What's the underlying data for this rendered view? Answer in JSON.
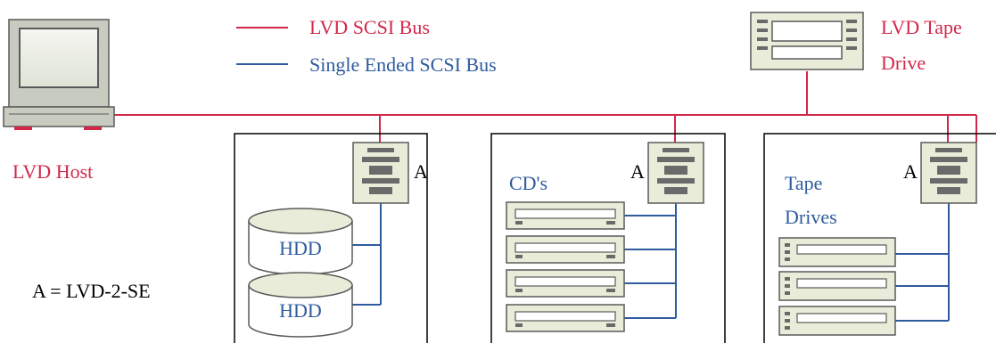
{
  "legend": {
    "lvd_label": "LVD SCSI Bus",
    "se_label": "Single Ended SCSI Bus"
  },
  "host": {
    "label": "LVD Host"
  },
  "tape_drive": {
    "label_line1": "LVD Tape",
    "label_line2": "Drive"
  },
  "converter": {
    "marker": "A"
  },
  "key": {
    "text": "A = LVD-2-SE"
  },
  "enclosures": {
    "hdd": {
      "disks": [
        "HDD",
        "HDD"
      ]
    },
    "cd": {
      "title": "CD's"
    },
    "tape": {
      "title_line1": "Tape",
      "title_line2": "Drives"
    }
  },
  "colors": {
    "lvd_bus": "#d1284a",
    "se_bus": "#2e5c9e",
    "device_fill": "#e9ecd8",
    "device_stroke": "#5a5a5a"
  },
  "icons": [
    "monitor-icon",
    "tape-drive-icon",
    "converter-icon",
    "hdd-icon",
    "cd-drive-icon",
    "tape-unit-icon"
  ]
}
